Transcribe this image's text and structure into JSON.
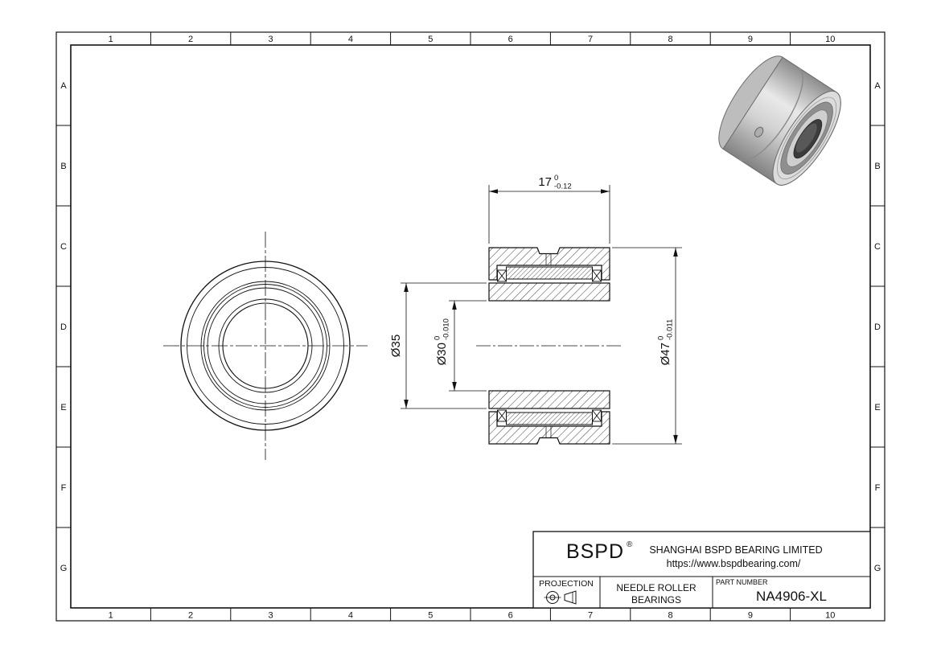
{
  "meta": {
    "bg_color": "#ffffff",
    "line_color": "#111111",
    "drawing_type": "engineering-drawing"
  },
  "zones": {
    "cols": [
      "1",
      "2",
      "3",
      "4",
      "5",
      "6",
      "7",
      "8",
      "9",
      "10"
    ],
    "rows": [
      "A",
      "B",
      "C",
      "D",
      "E",
      "F",
      "G"
    ]
  },
  "dimensions": {
    "width": {
      "value": "17",
      "tol_upper": "0",
      "tol_lower": "-0.12"
    },
    "d35": {
      "value": "Ø35"
    },
    "d30": {
      "value": "Ø30",
      "tol_upper": "0",
      "tol_lower": "-0.010"
    },
    "d47": {
      "value": "Ø47",
      "tol_upper": "0",
      "tol_lower": "-0.011"
    }
  },
  "title_block": {
    "logo": "BSPD",
    "registered": "®",
    "company": "SHANGHAI BSPD BEARING LIMITED",
    "website": "https://www.bspdbearing.com/",
    "projection_label": "PROJECTION",
    "product_line1": "NEEDLE ROLLER",
    "product_line2": "BEARINGS",
    "part_number_label": "PART NUMBER",
    "part_number": "NA4906-XL"
  }
}
